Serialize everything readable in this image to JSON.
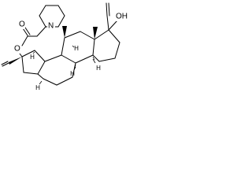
{
  "molecule": {
    "atom_labels": {
      "ring_nitrogen": "N",
      "carbonyl_oxygen": "O",
      "ester_oxygen": "O",
      "hydroxyl": "OH"
    },
    "stereo_hydrogens": {
      "h1": "H",
      "h2": "H",
      "h3": "H",
      "h4": "H",
      "h5": "H"
    }
  }
}
